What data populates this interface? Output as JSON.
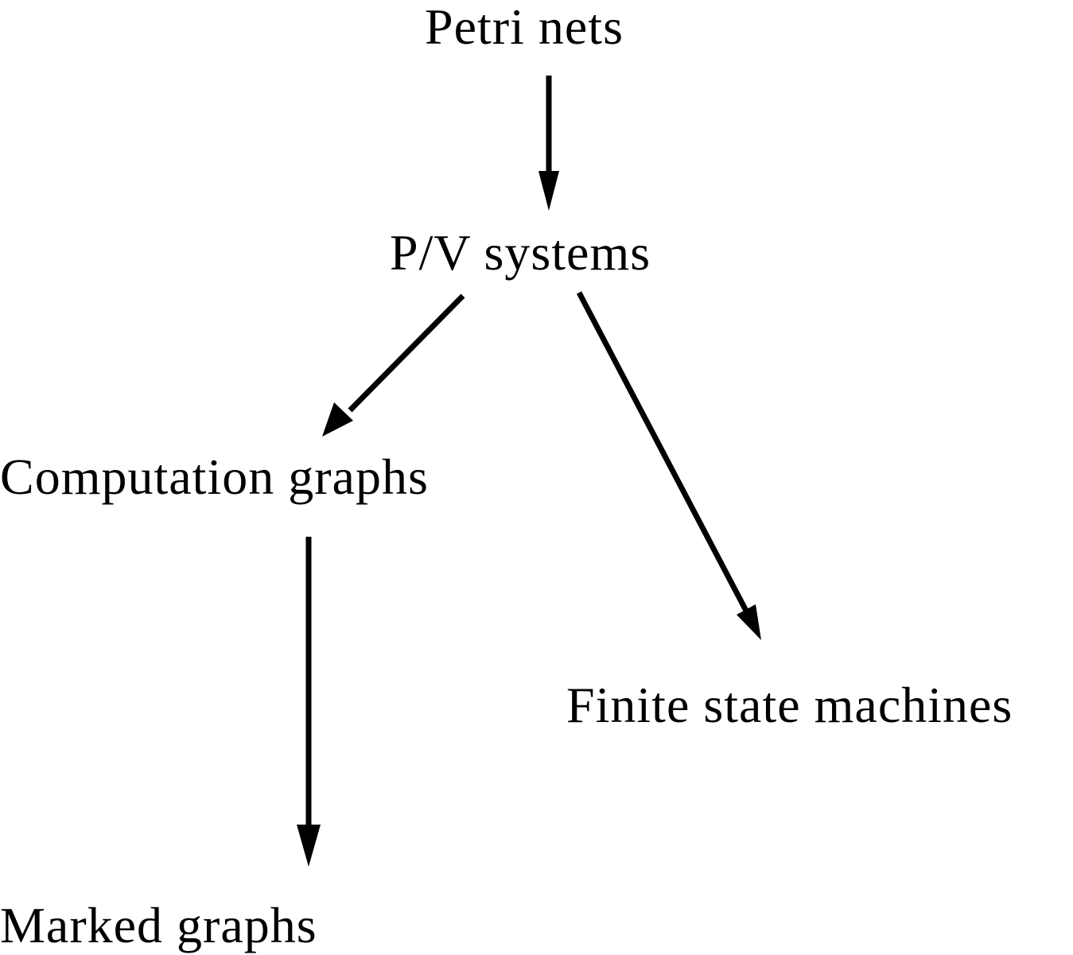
{
  "diagram": {
    "nodes": {
      "petri_nets": "Petri nets",
      "pv_systems": "P/V systems",
      "computation_graphs": "Computation graphs",
      "finite_state_machines": "Finite state machines",
      "marked_graphs": "Marked graphs"
    },
    "edges": [
      {
        "from": "petri_nets",
        "to": "pv_systems"
      },
      {
        "from": "pv_systems",
        "to": "computation_graphs"
      },
      {
        "from": "pv_systems",
        "to": "finite_state_machines"
      },
      {
        "from": "computation_graphs",
        "to": "marked_graphs"
      }
    ],
    "colors": {
      "ink": "#000000",
      "background": "#ffffff"
    }
  }
}
